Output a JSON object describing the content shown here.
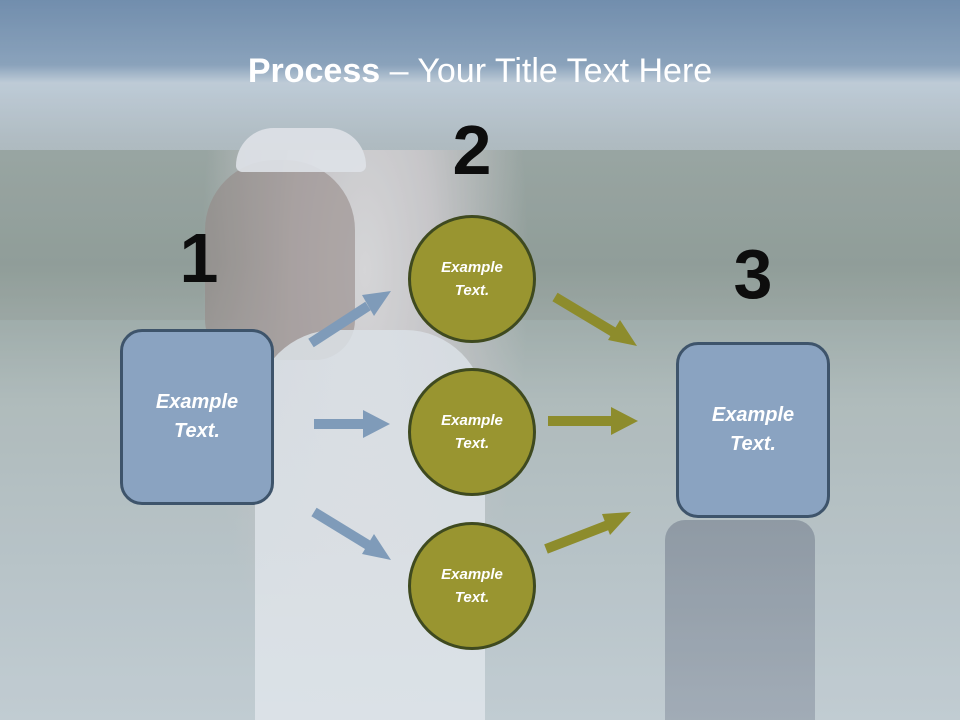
{
  "title": {
    "bold": "Process",
    "rest": " – Your Title Text Here"
  },
  "steps": {
    "n1": "1",
    "n2": "2",
    "n3": "3"
  },
  "left_box": {
    "line1": "Example",
    "line2": "Text."
  },
  "right_box": {
    "line1": "Example",
    "line2": "Text."
  },
  "circles": [
    {
      "line1": "Example",
      "line2": "Text."
    },
    {
      "line1": "Example",
      "line2": "Text."
    },
    {
      "line1": "Example",
      "line2": "Text."
    }
  ],
  "colors": {
    "box_fill": "#8aa3c1",
    "box_border": "#3e546b",
    "circle_fill": "#999530",
    "circle_border": "#3f4a1f",
    "arrow_blue": "#7f9bb9",
    "arrow_olive": "#8d8c2c"
  }
}
